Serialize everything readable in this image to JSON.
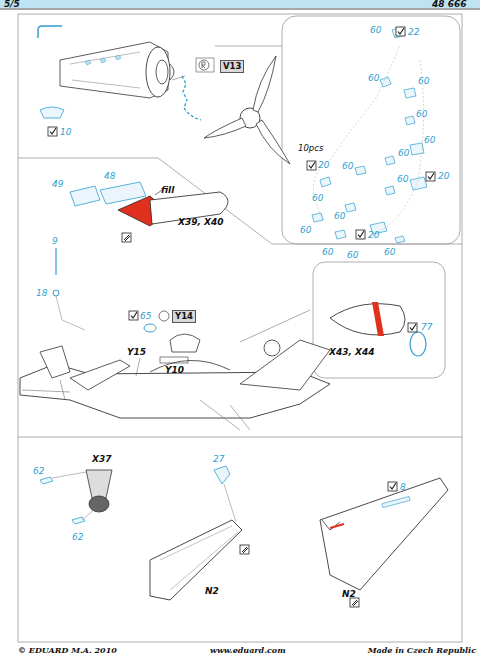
{
  "diagram": {
    "labels": [
      "5/5",
      "48 666",
      "V13",
      "10",
      "10pcs",
      "20",
      "22",
      "60",
      "60",
      "60",
      "60",
      "60",
      "60",
      "60",
      "60",
      "60",
      "20",
      "60",
      "60",
      "60",
      "60",
      "60",
      "20",
      "49",
      "48",
      "fill",
      "X39, X40",
      "9",
      "18",
      "65",
      "Y14",
      "Y15",
      "Y10",
      "X43, X44",
      "77",
      "X37",
      "62",
      "62",
      "27",
      "N2",
      "8",
      "N2",
      "© EDUARD  M.A. 2010",
      "www.eduard.com",
      "Made in Czech Republic"
    ]
  }
}
